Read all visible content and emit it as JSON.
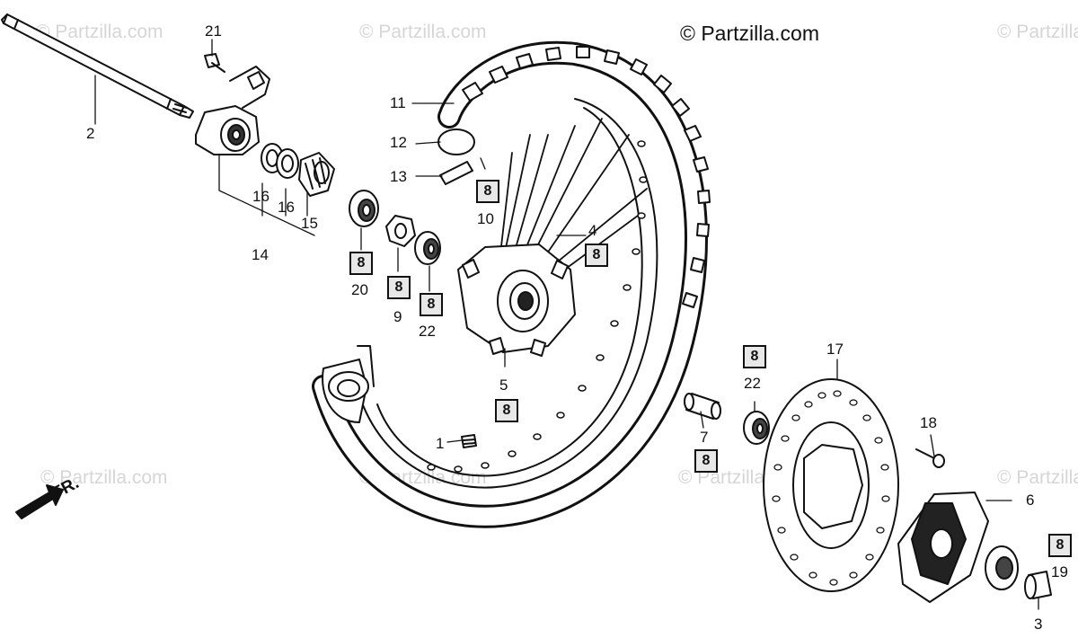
{
  "copyright": "© Partzilla.com",
  "watermark": "© Partzilla.com",
  "direction_label": "FR.",
  "box_label": "8",
  "callouts": {
    "c1": "1",
    "c2": "2",
    "c3": "3",
    "c4": "4",
    "c5": "5",
    "c6": "6",
    "c7": "7",
    "c9": "9",
    "c10": "10",
    "c11": "11",
    "c12": "12",
    "c13": "13",
    "c14": "14",
    "c15": "15",
    "c16": "16",
    "c17": "17",
    "c18": "18",
    "c19": "19",
    "c20": "20",
    "c21": "21",
    "c22": "22"
  }
}
